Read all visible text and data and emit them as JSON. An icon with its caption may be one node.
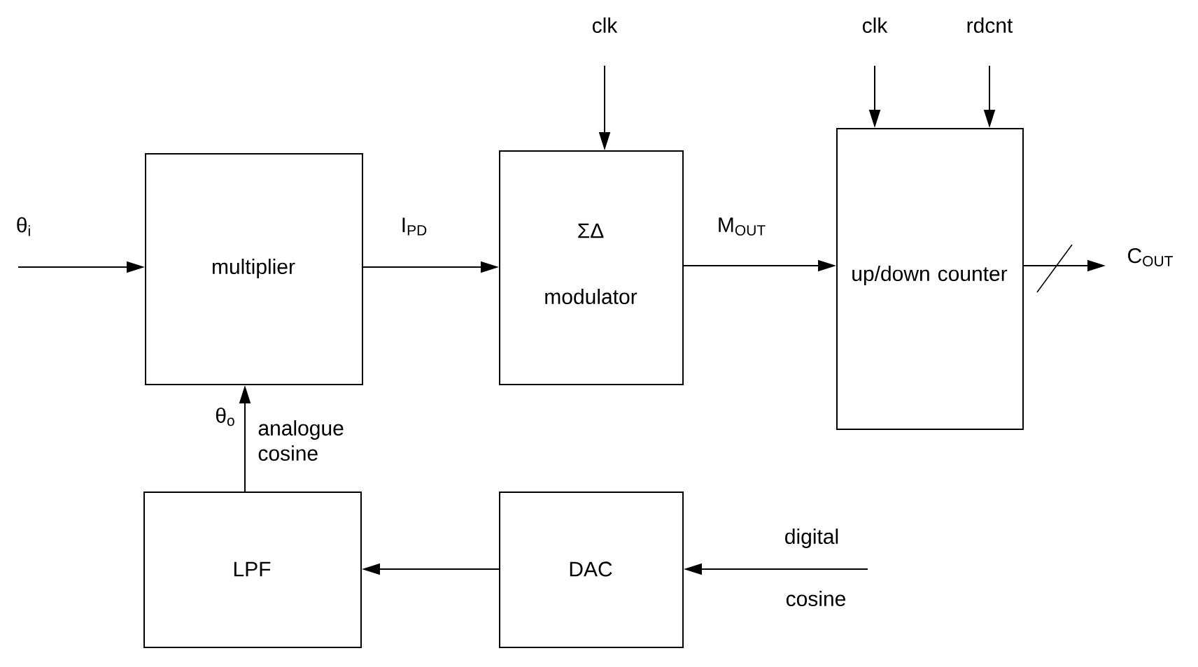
{
  "diagram": {
    "nodes": [
      {
        "text": [
          "multiplier"
        ]
      },
      {
        "text": [
          "ΣΔ",
          "modulator"
        ]
      },
      {
        "text": [
          "up/down counter"
        ]
      },
      {
        "text": [
          "LPF"
        ]
      },
      {
        "text": [
          "DAC"
        ]
      }
    ],
    "edges": [
      {
        "from": null,
        "to": 0,
        "arrow": "to",
        "label": "θ$_{i}$"
      },
      {
        "from": 0,
        "to": 1,
        "arrow": "to",
        "label": "I$_{PD}$"
      },
      {
        "from": null,
        "to": 1,
        "arrow": "to",
        "label": "clk"
      },
      {
        "from": 1,
        "to": 2,
        "arrow": "to",
        "label": "M$_{OUT}$"
      },
      {
        "from": null,
        "to": 2,
        "arrow": "to",
        "label": "clk"
      },
      {
        "from": null,
        "to": 2,
        "arrow": "to",
        "label": "rdcnt"
      },
      {
        "from": 2,
        "to": null,
        "arrow": "to",
        "label": "C$_{OUT}$"
      },
      {
        "from": 3,
        "to": 0,
        "arrow": "to",
        "label": "θ$_{o}$"
      },
      {
        "from": 4,
        "to": 3,
        "arrow": "to"
      },
      {
        "from": null,
        "to": 4,
        "arrow": "to"
      }
    ],
    "labels": [
      "analogue cosine",
      "digital",
      "cosine"
    ]
  }
}
